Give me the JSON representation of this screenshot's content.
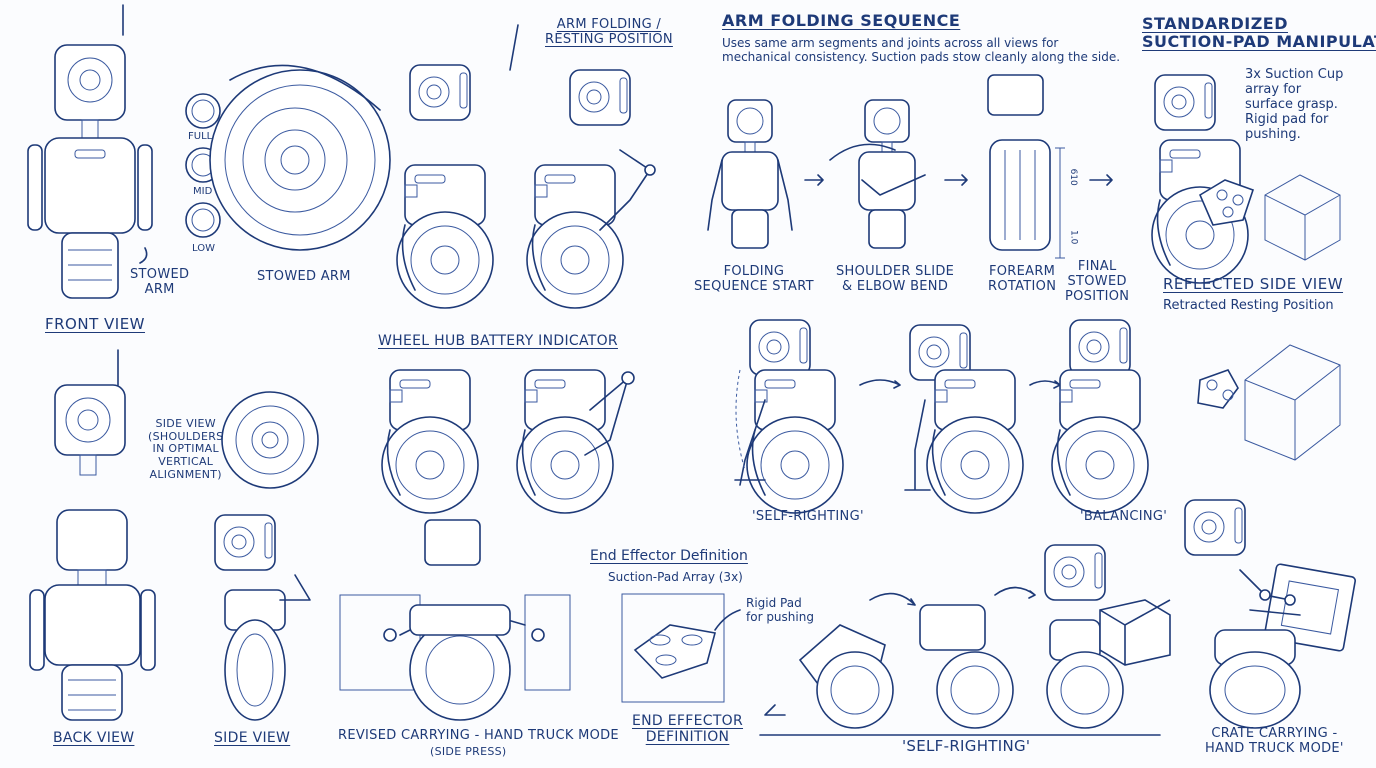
{
  "labels": {
    "front_view": "Front View",
    "stowed_arm_callout": "Stowed\nArm",
    "battery_full": "FULL",
    "battery_mid": "MID",
    "battery_low": "LOW",
    "stowed_arm": "Stowed Arm",
    "arm_folding_resting": "Arm folding /\nresting position",
    "arm_folding_sequence": "Arm Folding Sequence",
    "arm_folding_desc": "Uses same arm segments and joints across all views for\nmechanical consistency. Suction pads stow cleanly along the side.",
    "folding_start": "Folding\nSequence Start",
    "shoulder_slide": "Shoulder Slide\n& Elbow Bend",
    "forearm_rotation": "Forearm\nRotation",
    "final_stowed": "Final\nStowed\nPosition",
    "dim_upper": "610",
    "dim_lower": "1.0",
    "standardized_title": "Standardized\nSuction-Pad Manipulator",
    "suction_cup_note": "3x Suction Cup\narray for\nsurface grasp.\nRigid pad for\npushing.",
    "reflected_side_view": "Reflected Side View",
    "retracted_resting": "Retracted Resting Position",
    "wheel_hub_battery": "Wheel Hub Battery Indicator",
    "side_view_note": "Side View\n(Shoulders\nin optimal\nvertical\nalignment)",
    "self_righting_top": "'Self-Righting'",
    "balancing": "'Balancing'",
    "end_effector_def_title": "End Effector Definition",
    "suction_pad_array": "Suction-Pad Array (3x)",
    "rigid_pad": "Rigid Pad\nfor pushing",
    "end_effector_def_caption": "End Effector\nDefinition",
    "back_view": "Back View",
    "side_view": "Side View",
    "revised_carrying": "Revised Carrying - Hand Truck Mode",
    "side_press": "(Side Press)",
    "self_righting_bottom": "'Self-Righting'",
    "crate_carrying": "Crate Carrying -\nHand Truck Mode'"
  },
  "colors": {
    "ink": "#1e3a78",
    "paper": "#fbfcfe"
  }
}
